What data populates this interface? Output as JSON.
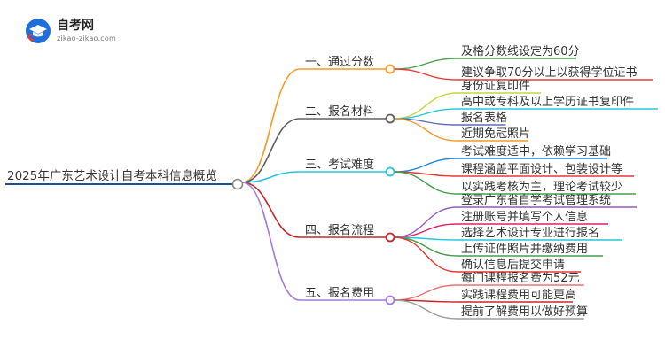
{
  "logo": {
    "name": "自考网",
    "url": "zikao-zikao.com",
    "icon": "graduation-cap-icon"
  },
  "root": {
    "label": "2025年广东艺术设计自考本科信息概览"
  },
  "branches": [
    {
      "label": "一、通过分数",
      "color": "#F39C2B",
      "children": [
        {
          "label": "及格分数线设定为60分",
          "color": "#43A047"
        },
        {
          "label": "建议争取70分以上以获得学位证书",
          "color": "#E53935"
        }
      ]
    },
    {
      "label": "二、报名材料",
      "color": "#616161",
      "children": [
        {
          "label": "身份证复印件",
          "color": "#C6D63A"
        },
        {
          "label": "高中或专科及以上学历证书复印件",
          "color": "#26C6DA"
        },
        {
          "label": "报名表格",
          "color": "#5C6BC0"
        },
        {
          "label": "近期免冠照片",
          "color": "#F39C2B"
        }
      ]
    },
    {
      "label": "三、考试难度",
      "color": "#26C6DA",
      "children": [
        {
          "label": "考试难度适中，依赖学习基础",
          "color": "#1E88E5"
        },
        {
          "label": "课程涵盖平面设计、包装设计等",
          "color": "#E53935"
        },
        {
          "label": "以实践考核为主，理论考试较少",
          "color": "#43A047"
        }
      ]
    },
    {
      "label": "四、报名流程",
      "color": "#C62828",
      "children": [
        {
          "label": "登录广东省自学考试管理系统",
          "color": "#8E5CC4"
        },
        {
          "label": "注册账号并填写个人信息",
          "color": "#E91E63"
        },
        {
          "label": "选择艺术设计专业进行报名",
          "color": "#26C6DA"
        },
        {
          "label": "上传证件照片并缴纳费用",
          "color": "#43A047"
        },
        {
          "label": "确认信息后提交申请",
          "color": "#E53935"
        }
      ]
    },
    {
      "label": "五、报名费用",
      "color": "#A77BD8",
      "children": [
        {
          "label": "每门课程报名费为52元",
          "color": "#E57373"
        },
        {
          "label": "实践课程费用可能更高",
          "color": "#C62828"
        },
        {
          "label": "提前了解费用以做好预算",
          "color": "#9E9E9E"
        }
      ]
    }
  ],
  "colors": {
    "root_line": "#1F4E9C",
    "root_node_fill": "#ffffff"
  }
}
